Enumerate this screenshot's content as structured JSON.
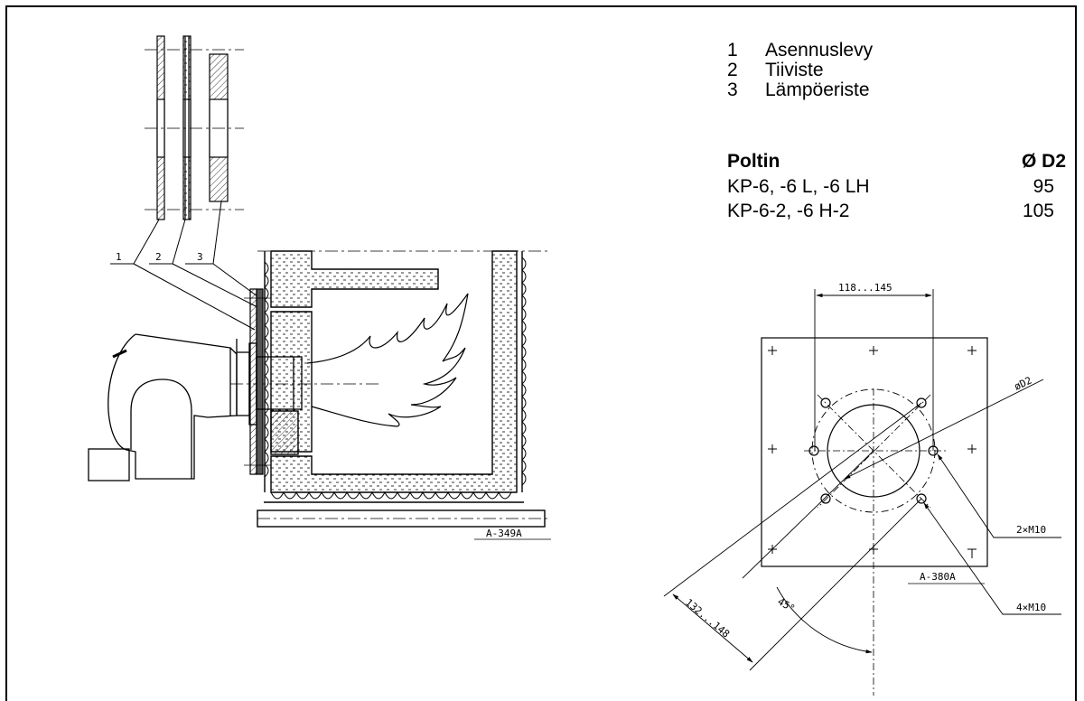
{
  "legend": [
    {
      "num": "1",
      "label": "Asennuslevy"
    },
    {
      "num": "2",
      "label": "Tiiviste"
    },
    {
      "num": "3",
      "label": "Lämpöeriste"
    }
  ],
  "table": {
    "header_burner": "Poltin",
    "header_diameter": "Ø D2",
    "rows": [
      {
        "burner": "KP-6, -6 L, -6 LH",
        "diameter": "95"
      },
      {
        "burner": "KP-6-2, -6 H-2",
        "diameter": "105"
      }
    ]
  },
  "left_drawing": {
    "callouts": [
      "1",
      "2",
      "3"
    ],
    "code": "A-349A"
  },
  "right_drawing": {
    "dim_holes_spacing": "118...145",
    "dim_diameter": "øD2",
    "dim_diagonal": "132...148",
    "angle": "45°",
    "holes_inner": "2×M10",
    "holes_outer": "4×M10",
    "code": "A-380A"
  }
}
